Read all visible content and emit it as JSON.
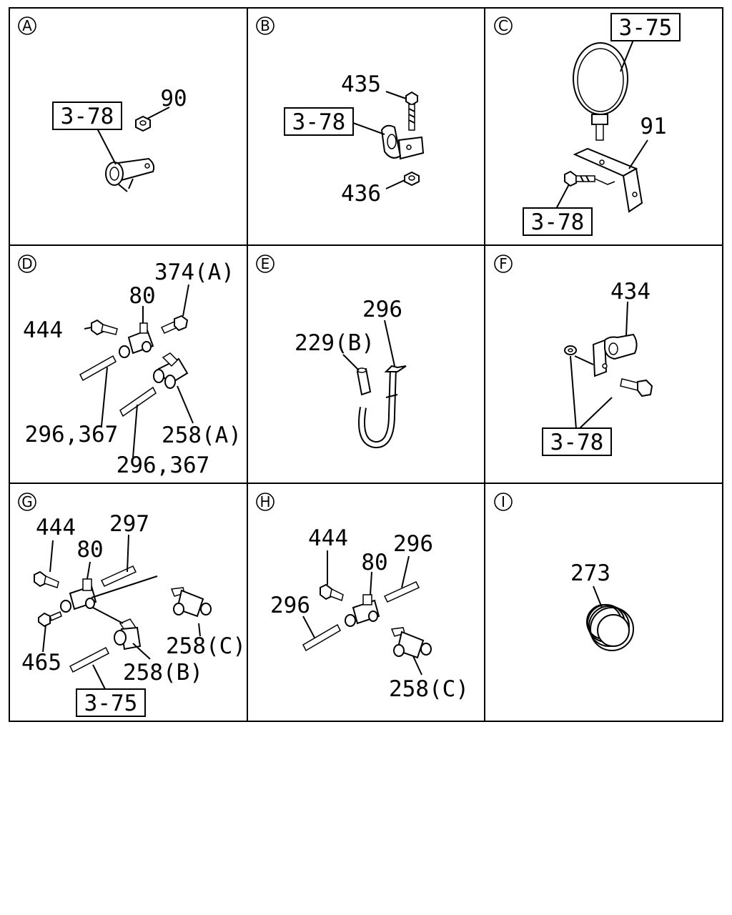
{
  "panels": {
    "A": {
      "letter": "A",
      "labels": {
        "ref_378": "3-78",
        "p90": "90"
      }
    },
    "B": {
      "letter": "B",
      "labels": {
        "p435": "435",
        "ref_378": "3-78",
        "p436": "436"
      }
    },
    "C": {
      "letter": "C",
      "labels": {
        "ref_375": "3-75",
        "p91": "91",
        "ref_378": "3-78"
      }
    },
    "D": {
      "letter": "D",
      "labels": {
        "p374a": "374(A)",
        "p80": "80",
        "p444": "444",
        "p296_367_a": "296,367",
        "p258a": "258(A)",
        "p296_367_b": "296,367"
      }
    },
    "E": {
      "letter": "E",
      "labels": {
        "p296": "296",
        "p229b": "229(B)"
      }
    },
    "F": {
      "letter": "F",
      "labels": {
        "p434": "434",
        "ref_378": "3-78"
      }
    },
    "G": {
      "letter": "G",
      "labels": {
        "p444": "444",
        "p297": "297",
        "p80": "80",
        "p258c": "258(C)",
        "p465": "465",
        "p258b": "258(B)",
        "ref_375": "3-75"
      }
    },
    "H": {
      "letter": "H",
      "labels": {
        "p444": "444",
        "p296_top": "296",
        "p80": "80",
        "p296_left": "296",
        "p258c": "258(C)"
      }
    },
    "I": {
      "letter": "I",
      "labels": {
        "p273": "273"
      }
    }
  }
}
